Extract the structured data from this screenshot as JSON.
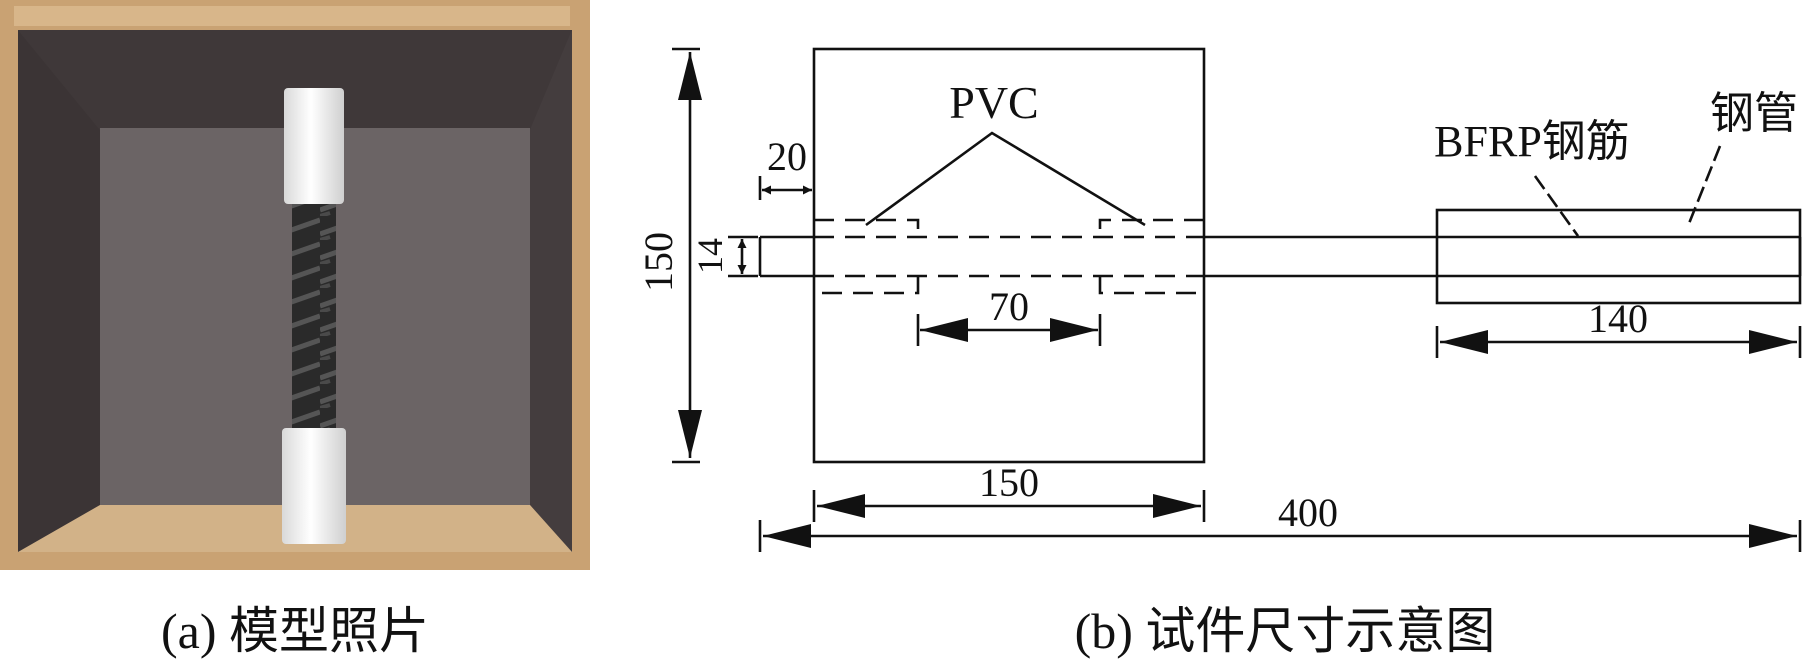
{
  "photo_panel": {
    "caption": "(a) 模型照片"
  },
  "schematic": {
    "caption": "(b) 试件尺寸示意图",
    "labels": {
      "pvc": "PVC",
      "bfrp": "BFRP钢筋",
      "steel_tube": "钢管"
    },
    "dimensions": {
      "block_height": "150",
      "bar_diameter": "14",
      "offset": "20",
      "pvc_gap": "70",
      "block_width": "150",
      "total_length": "400",
      "tube_length": "140"
    }
  },
  "colors": {
    "line": "#111111",
    "wood": "#c9a273",
    "wood_dark": "#8e6a45",
    "concrete": "#6b6465",
    "pvc_white": "#f2f2f2",
    "bfrp": "#2e2e2e"
  }
}
